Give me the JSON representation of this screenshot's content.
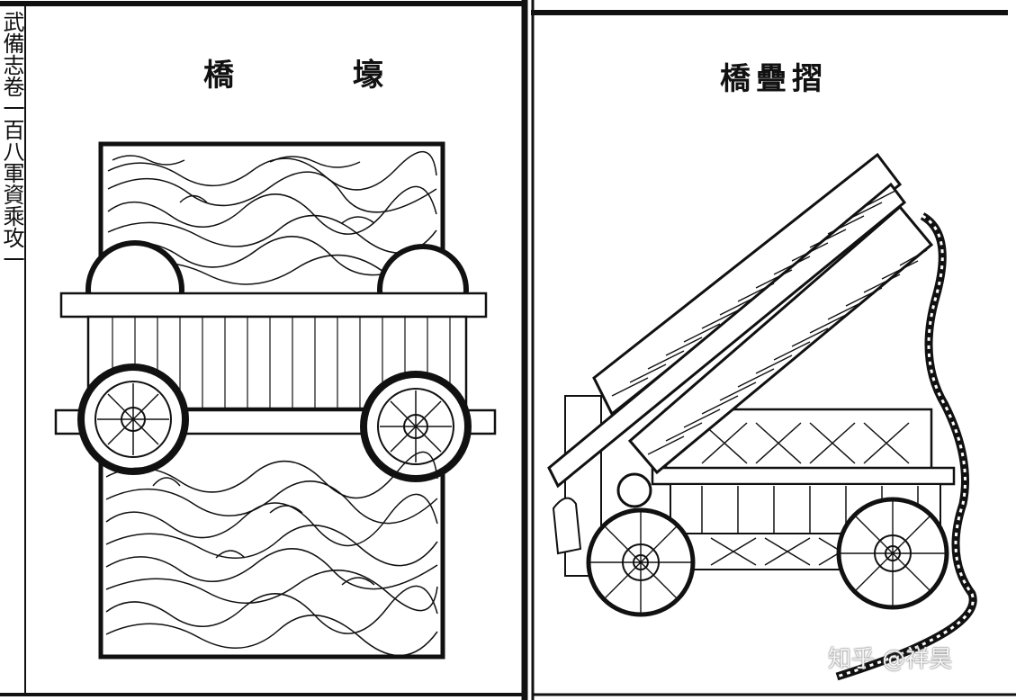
{
  "left_page": {
    "title": "橋 壕",
    "side_text": "武備志卷一百八軍資乘攻一"
  },
  "right_page": {
    "title": "橋疊摺"
  },
  "watermark": "知乎 @祥昊",
  "colors": {
    "ink": "#111111",
    "paper": "#ffffff"
  }
}
